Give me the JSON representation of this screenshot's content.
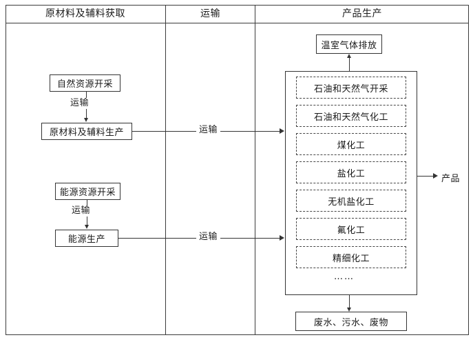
{
  "diagram": {
    "title_columns": [
      {
        "id": "raw-material-acquisition",
        "label": "原材料及辅料获取"
      },
      {
        "id": "transport",
        "label": "运输"
      },
      {
        "id": "product-production",
        "label": "产品生产"
      }
    ],
    "left_column": {
      "natural_resource_extraction": "自然资源开采",
      "transport_label_1": "运输",
      "raw_material_production": "原材料及辅料生产",
      "energy_resource_extraction": "能源资源开采",
      "transport_label_2": "运输",
      "energy_production": "能源生产"
    },
    "middle_column": {
      "transport_upper": "运输",
      "transport_lower": "运输"
    },
    "right_column": {
      "ghg_emissions": "温室气体排放",
      "processes": [
        "石油和天然气开采",
        "石油和天然气化工",
        "煤化工",
        "盐化工",
        "无机盐化工",
        "氟化工",
        "精细化工"
      ],
      "ellipsis": "……",
      "waste_output": "废水、污水、废物",
      "product_output": "产品"
    }
  },
  "colors": {
    "line": "#333333",
    "background": "#ffffff",
    "text": "#1a1a1a"
  }
}
